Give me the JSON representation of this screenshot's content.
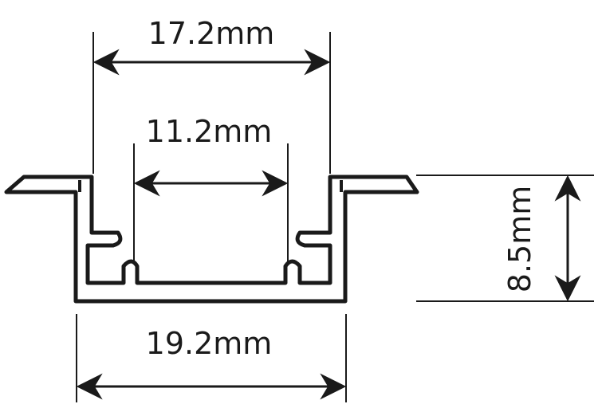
{
  "dimensions": {
    "outer_top_width": "17.2mm",
    "inner_channel_width": "11.2mm",
    "bottom_width": "19.2mm",
    "height": "8.5mm"
  },
  "colors": {
    "line": "#1a1a1a",
    "background": "#ffffff"
  }
}
